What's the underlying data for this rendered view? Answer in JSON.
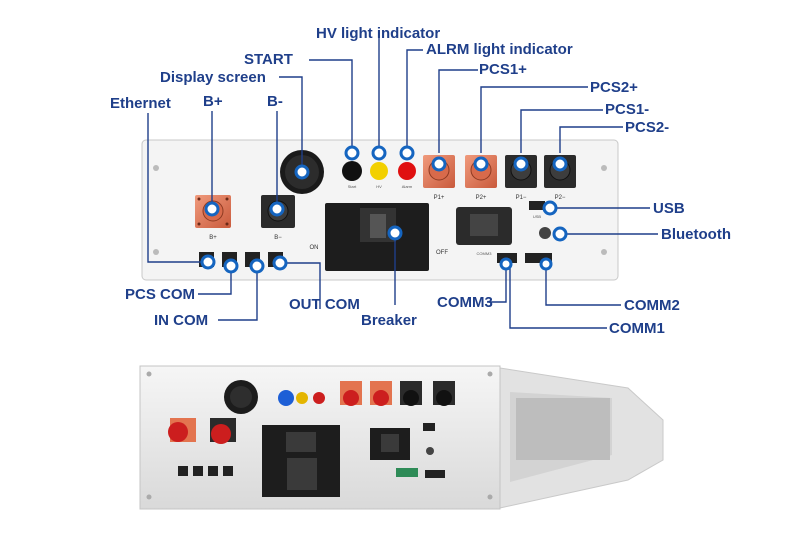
{
  "callouts": {
    "hv_light": "HV light indicator",
    "start": "START",
    "alrm_light": "ALRM light indicator",
    "pcs1_plus": "PCS1+",
    "display_screen": "Display screen",
    "pcs2_plus": "PCS2+",
    "ethernet": "Ethernet",
    "b_plus": "B+",
    "b_minus": "B-",
    "pcs1_minus": "PCS1-",
    "pcs2_minus": "PCS2-",
    "usb": "USB",
    "bluetooth": "Bluetooth",
    "pcs_com": "PCS COM",
    "out_com": "OUT COM",
    "comm2": "COMM2",
    "in_com": "IN COM",
    "breaker": "Breaker",
    "comm3": "COMM3",
    "comm1": "COMM1"
  },
  "panel_labels": {
    "b_plus": "B+",
    "b_minus": "B−",
    "start": "Start",
    "hv": "HV",
    "alarm": "Alarm",
    "p1_plus": "P1+",
    "p2_plus": "P2+",
    "p1_minus": "P1−",
    "p2_minus": "P2−",
    "on": "ON",
    "off": "OFF",
    "comm3": "COMM3",
    "usb": "USB"
  },
  "colors": {
    "callout_text": "#1f3f8a",
    "leader_line": "#1f3f8a",
    "marker_ring": "#1565c0",
    "marker_fill": "#ffffff",
    "panel": "#f4f4f4",
    "terminal_orange": "#e07a58",
    "terminal_dark": "#2b2b2b",
    "hv_light": "#f2d000",
    "alarm_light": "#e01010",
    "start_button": "#111111",
    "red_cap": "#cc1e1e",
    "blue_button": "#1d5fd6"
  }
}
